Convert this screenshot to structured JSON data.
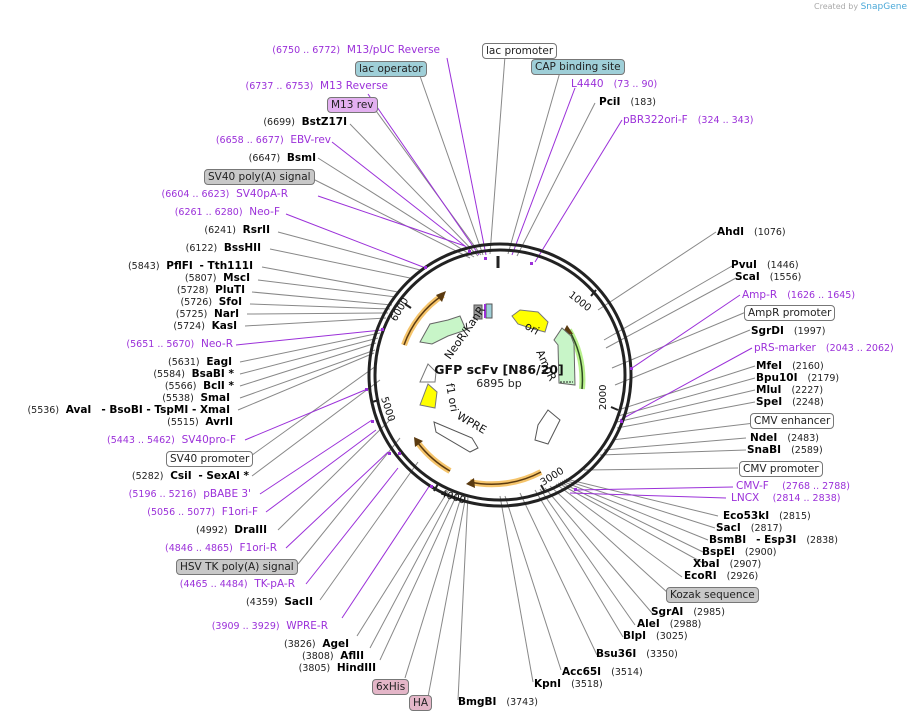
{
  "credit": {
    "prefix": "Created by",
    "brand": "SnapGene"
  },
  "plasmid": {
    "name": "GFP scFv [N86/20]",
    "length": "6895 bp"
  },
  "ticks": [
    "1000",
    "2000",
    "3000",
    "4000",
    "5000",
    "6000"
  ],
  "inner_features": [
    "NeoR/KanR",
    "AmpR",
    "ori",
    "f1 ori",
    "WPRE"
  ],
  "colors": {
    "primer": "#9b30d9",
    "enzyme": "#000000",
    "orf": "#f5c46b",
    "marker": "#c8f5c8",
    "ori": "#ffff00",
    "cyan_box": "#9fcfd8",
    "gray_box": "#c8c8c8",
    "pink_box": "#e4b6c8",
    "purple_box": "#e3b0f0"
  },
  "labels": {
    "m13puc_rev": {
      "range": "(6750 .. 6772)",
      "name": "M13/pUC Reverse"
    },
    "lac_operator": "lac operator",
    "m13_reverse": {
      "range": "(6737 .. 6753)",
      "name": "M13 Reverse"
    },
    "m13_rev_box": "M13 rev",
    "bstz17i": {
      "pos": "(6699)",
      "name": "BstZ17I"
    },
    "ebv_rev": {
      "range": "(6658 .. 6677)",
      "name": "EBV-rev"
    },
    "bsmi": {
      "pos": "(6647)",
      "name": "BsmI"
    },
    "sv40_polya": "SV40 poly(A) signal",
    "sv40pa_r": {
      "range": "(6604 .. 6623)",
      "name": "SV40pA-R"
    },
    "neo_f": {
      "range": "(6261 .. 6280)",
      "name": "Neo-F"
    },
    "rsrii": {
      "pos": "(6241)",
      "name": "RsrII"
    },
    "bsshii": {
      "pos": "(6122)",
      "name": "BssHII"
    },
    "pflfi": {
      "pos": "(5843)",
      "name": "PflFI",
      "alt": "- Tth111I"
    },
    "msci": {
      "pos": "(5807)",
      "name": "MscI"
    },
    "pluti": {
      "pos": "(5728)",
      "name": "PluTI"
    },
    "sfoi": {
      "pos": "(5726)",
      "name": "SfoI"
    },
    "nari": {
      "pos": "(5725)",
      "name": "NarI"
    },
    "kasi": {
      "pos": "(5724)",
      "name": "KasI"
    },
    "neo_r": {
      "range": "(5651 .. 5670)",
      "name": "Neo-R"
    },
    "eagi": {
      "pos": "(5631)",
      "name": "EagI"
    },
    "bsabi": {
      "pos": "(5584)",
      "name": "BsaBI *"
    },
    "bcli": {
      "pos": "(5566)",
      "name": "BclI *"
    },
    "smai": {
      "pos": "(5538)",
      "name": "SmaI"
    },
    "avai": {
      "pos": "(5536)",
      "name": "AvaI",
      "alt": "- BsoBI   - TspMI   - XmaI"
    },
    "avrii": {
      "pos": "(5515)",
      "name": "AvrII"
    },
    "sv40pro_f": {
      "range": "(5443 .. 5462)",
      "name": "SV40pro-F"
    },
    "sv40_promoter": "SV40 promoter",
    "csii": {
      "pos": "(5282)",
      "name": "CsiI",
      "alt": "- SexAI *"
    },
    "pbabe3": {
      "range": "(5196 .. 5216)",
      "name": "pBABE 3'"
    },
    "f1ori_f": {
      "range": "(5056 .. 5077)",
      "name": "F1ori-F"
    },
    "draiii": {
      "pos": "(4992)",
      "name": "DraIII"
    },
    "f1ori_r": {
      "range": "(4846 .. 4865)",
      "name": "F1ori-R"
    },
    "hsv_tk": "HSV TK poly(A) signal",
    "tk_pa_r": {
      "range": "(4465 .. 4484)",
      "name": "TK-pA-R"
    },
    "sacii": {
      "pos": "(4359)",
      "name": "SacII"
    },
    "wpre_r": {
      "range": "(3909 .. 3929)",
      "name": "WPRE-R"
    },
    "agei": {
      "pos": "(3826)",
      "name": "AgeI"
    },
    "aflii": {
      "pos": "(3808)",
      "name": "AflII"
    },
    "hindiii": {
      "pos": "(3805)",
      "name": "HindIII"
    },
    "his6": "6xHis",
    "ha": "HA",
    "bmgbi": {
      "name": "BmgBI",
      "pos": "(3743)"
    },
    "kpni": {
      "name": "KpnI",
      "pos": "(3518)"
    },
    "acc65i": {
      "name": "Acc65I",
      "pos": "(3514)"
    },
    "bsu36i": {
      "name": "Bsu36I",
      "pos": "(3350)"
    },
    "blpi": {
      "name": "BlpI",
      "pos": "(3025)"
    },
    "alei": {
      "name": "AleI",
      "pos": "(2988)"
    },
    "sgrai": {
      "name": "SgrAI",
      "pos": "(2985)"
    },
    "kozak": "Kozak sequence",
    "ecori": {
      "name": "EcoRI",
      "pos": "(2926)"
    },
    "xbai": {
      "name": "XbaI",
      "pos": "(2907)"
    },
    "bspei": {
      "name": "BspEI",
      "pos": "(2900)"
    },
    "bsmbi": {
      "name": "BsmBI",
      "alt": "- Esp3I",
      "pos": "(2838)"
    },
    "saci": {
      "name": "SacI",
      "pos": "(2817)"
    },
    "eco53ki": {
      "name": "Eco53kI",
      "pos": "(2815)"
    },
    "lncx": {
      "name": "LNCX",
      "range": "(2814 .. 2838)"
    },
    "cmv_f": {
      "name": "CMV-F",
      "range": "(2768 .. 2788)"
    },
    "cmv_promoter": "CMV promoter",
    "snabi": {
      "name": "SnaBI",
      "pos": "(2589)"
    },
    "ndei": {
      "name": "NdeI",
      "pos": "(2483)"
    },
    "cmv_enhancer": "CMV enhancer",
    "spei": {
      "name": "SpeI",
      "pos": "(2248)"
    },
    "mlui": {
      "name": "MluI",
      "pos": "(2227)"
    },
    "bpu10i": {
      "name": "Bpu10I",
      "pos": "(2179)"
    },
    "mfei": {
      "name": "MfeI",
      "pos": "(2160)"
    },
    "prs_marker": {
      "name": "pRS-marker",
      "range": "(2043 .. 2062)"
    },
    "sgrdi": {
      "name": "SgrDI",
      "pos": "(1997)"
    },
    "ampr_promoter": "AmpR promoter",
    "amp_r": {
      "name": "Amp-R",
      "range": "(1626 .. 1645)"
    },
    "scai": {
      "name": "ScaI",
      "pos": "(1556)"
    },
    "pvui": {
      "name": "PvuI",
      "pos": "(1446)"
    },
    "ahdi": {
      "name": "AhdI",
      "pos": "(1076)"
    },
    "pbr322ori_f": {
      "name": "pBR322ori-F",
      "range": "(324 .. 343)"
    },
    "pcii": {
      "name": "PciI",
      "pos": "(183)"
    },
    "l4440": {
      "name": "L4440",
      "range": "(73 .. 90)"
    },
    "cap_site": "CAP binding site",
    "lac_promoter": "lac promoter"
  }
}
